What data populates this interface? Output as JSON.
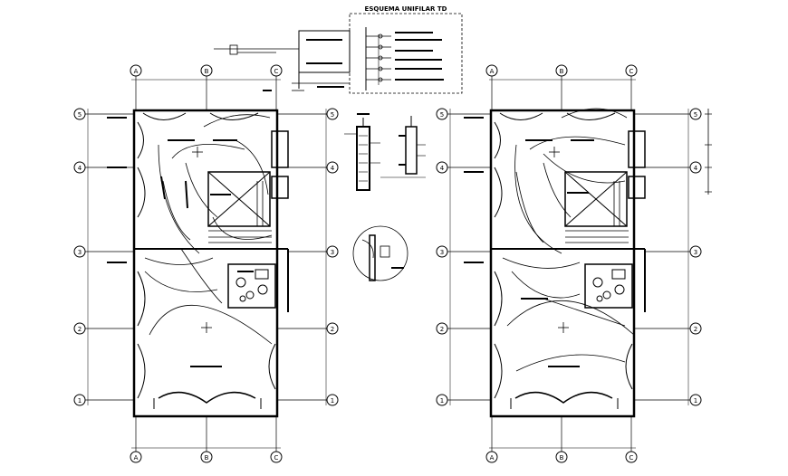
{
  "drawing": {
    "schematic_title": "ESQUEMA UNIFILAR TD",
    "line_color": "#000000",
    "background": "#ffffff"
  },
  "axes": {
    "column_labels": [
      "A",
      "B",
      "C"
    ],
    "row_labels": [
      "1",
      "2",
      "3",
      "4",
      "5"
    ]
  }
}
